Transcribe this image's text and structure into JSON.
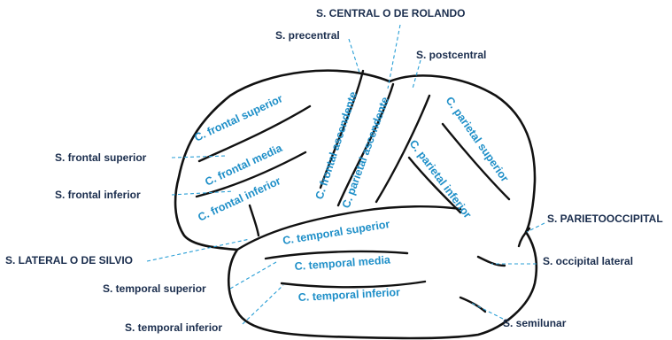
{
  "sulci": {
    "central": "S. CENTRAL O DE ROLANDO",
    "precentral": "S. precentral",
    "postcentral": "S. postcentral",
    "frontal_superior": "S. frontal superior",
    "frontal_inferior": "S. frontal inferior",
    "lateral": "S. LATERAL O DE SILVIO",
    "parietooccipital": "S. PARIETOOCCIPITAL",
    "occipital_lateral": "S. occipital lateral",
    "temporal_superior": "S. temporal superior",
    "temporal_inferior": "S. temporal inferior",
    "semilunar": "S. semilunar"
  },
  "gyri": {
    "frontal_superior": "C. frontal superior",
    "frontal_media": "C. frontal media",
    "frontal_inferior": "C. frontal inferior",
    "frontal_ascendente": "C. frontal ascendente",
    "parietal_ascendente": "C. parietal ascendente",
    "parietal_superior": "C. parietal superior",
    "parietal_inferior": "C. parietal inferior",
    "temporal_superior": "C. temporal superior",
    "temporal_media": "C. temporal media",
    "temporal_inferior": "C. temporal inferior"
  },
  "colors": {
    "sulcus_label": "#1a2d4d",
    "gyrus_label": "#1e8fc8",
    "leader_line": "#2a9fd6",
    "outline": "#111111"
  }
}
